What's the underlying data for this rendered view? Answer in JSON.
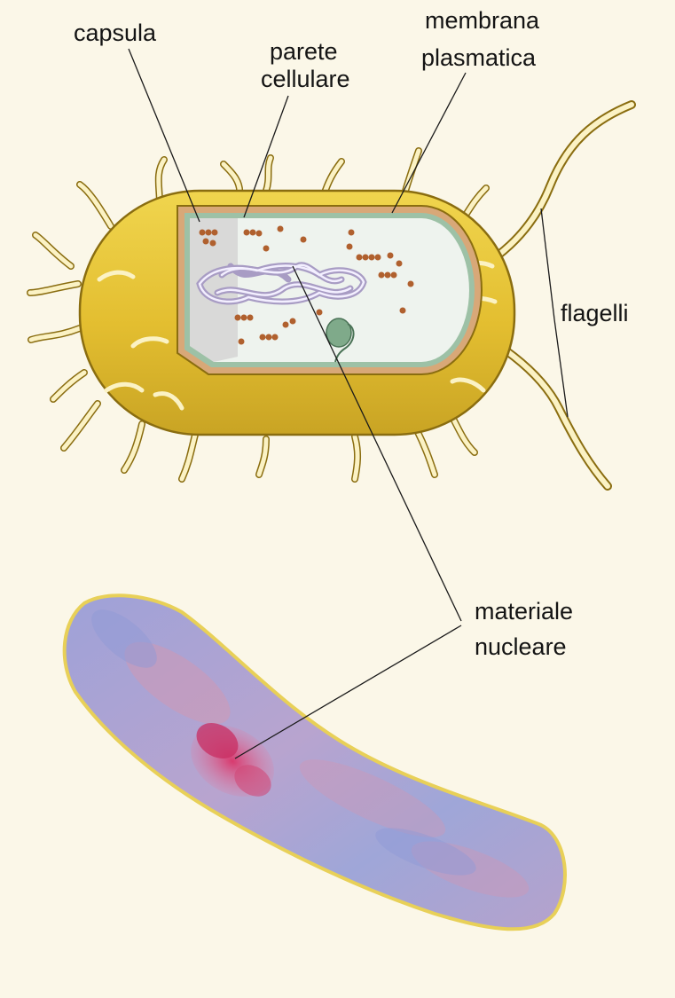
{
  "labels": {
    "capsula": "capsula",
    "parete_1": "parete",
    "parete_2": "cellulare",
    "membrana_1": "membrana",
    "membrana_2": "plasmatica",
    "flagelli": "flagelli",
    "materiale_1": "materiale",
    "materiale_2": "nucleare"
  },
  "colors": {
    "background": "#fbf7e8",
    "capsule": "#e6c436",
    "capsule_shadow": "#c9a424",
    "capsule_outline": "#8a6d10",
    "appendage": "#fbf2c4",
    "cell_wall": "#d8a878",
    "cytoplasm": "#eef3ee",
    "nucleoid": "#a89cc4",
    "ribosome": "#b0602e",
    "granule": "#7faa8a",
    "micrograph_blue": "#a4a6d8",
    "micrograph_pink": "#d896ae",
    "nuclear_stain": "#cc3a6a",
    "micrograph_rim": "#e8d058",
    "leader_line": "#1a1a1a"
  }
}
